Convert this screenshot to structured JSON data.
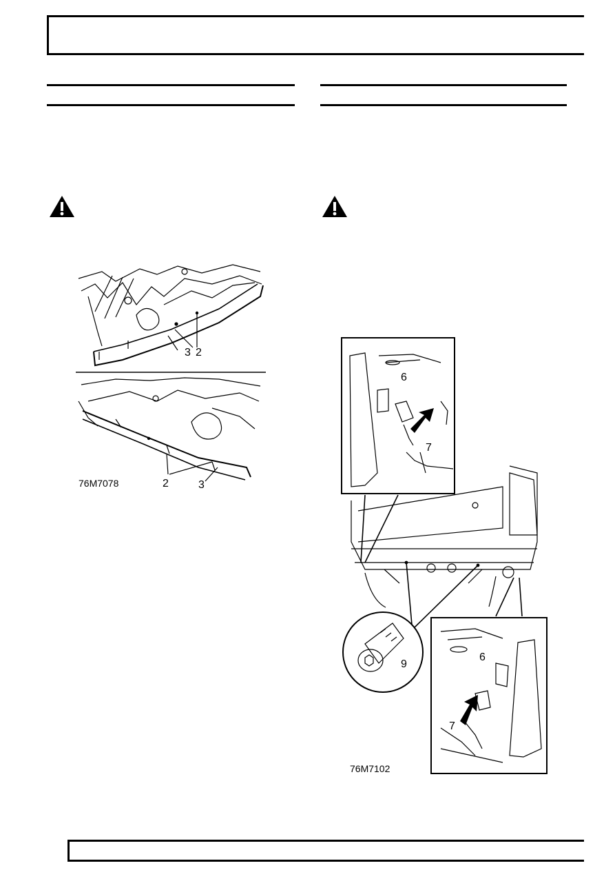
{
  "figure_left": {
    "id": "76M7078",
    "callouts": [
      "3",
      "2",
      "2",
      "3"
    ]
  },
  "figure_right": {
    "id": "76M7102",
    "callouts": [
      "6",
      "7",
      "9",
      "6",
      "7"
    ]
  },
  "icons": [
    "warning-icon",
    "warning-icon"
  ]
}
